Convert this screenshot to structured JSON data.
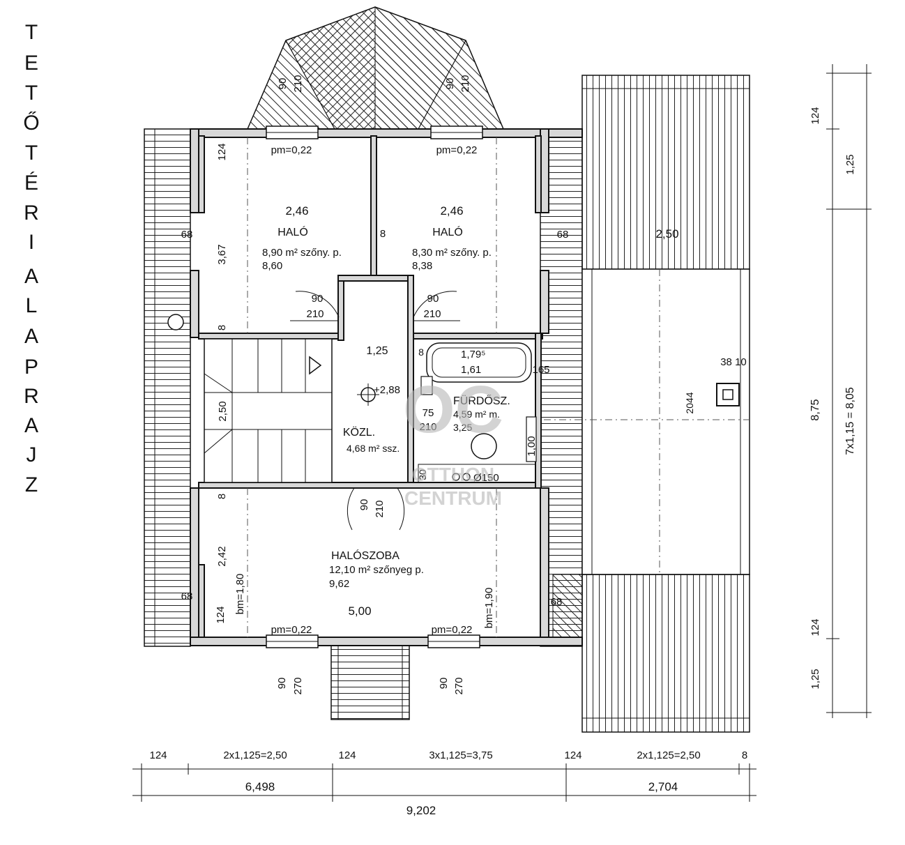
{
  "title_letters": [
    "T",
    "E",
    "T",
    "Ő",
    "T",
    "É",
    "R",
    "I",
    "A",
    "L",
    "A",
    "P",
    "R",
    "A",
    "J",
    "Z"
  ],
  "watermark": {
    "logo": "OC",
    "line1": "OTTHON",
    "line2": "CENTRUM"
  },
  "labels": {
    "dormer_left_w": "90",
    "dormer_left_h": "210",
    "dormer_right_w": "90",
    "dormer_right_h": "210",
    "pm_top_left": "pm=0,22",
    "pm_top_right": "pm=0,22",
    "pm_bottom_left": "pm=0,22",
    "pm_bottom_right": "pm=0,22",
    "wall_124_top": "124",
    "room1_height": "2,46",
    "room1_name": "HALÓ",
    "room1_area": "8,90 m² szőny. p.",
    "room1_floor": "8,60",
    "room2_height": "2,46",
    "room2_name": "HALÓ",
    "room2_area": "8,30 m² szőny. p.",
    "room2_floor": "8,38",
    "room1_depth": "3,67",
    "wall_8_mid": "8",
    "left_68_top": "68",
    "right_68_top": "68",
    "door1_w": "90",
    "door1_h": "210",
    "door2_w": "90",
    "door2_h": "210",
    "wall_8_left": "8",
    "hall_width": "1,25",
    "hall_level": "+2,88",
    "hall_name": "KÖZL.",
    "hall_area": "4,68 m² ssz.",
    "stair_width": "2,50",
    "bath_w1": "1,79⁵",
    "bath_w2": "1,61",
    "bath_wall": "8",
    "bath_165": "165",
    "bath_name": "FÜRDŐSZ.",
    "bath_area": "4,59 m² m.",
    "bath_floor": "3,25",
    "bath_door_w": "75",
    "bath_door_h": "210",
    "bath_100": "1,00",
    "bath_30": "30",
    "bath_pipe": "Ø150",
    "attic_width": "2,50",
    "chimney_size": "38 10",
    "chimney_dim": "2044",
    "wall_8_bottom": "8",
    "door3_w": "90",
    "door3_h": "210",
    "room3_depth": "2,42",
    "left_68_bottom": "68",
    "wall_124_bottom": "124",
    "bm_left": "bm=1,80",
    "bm_right": "bm=1,90",
    "room3_name": "HALÓSZOBA",
    "room3_area": "12,10 m² szőnyeg p.",
    "room3_floor": "9,62",
    "room3_width": "5,00",
    "right_68_bottom": "68",
    "win_bl_w": "90",
    "win_bl_h": "270",
    "win_br_w": "90",
    "win_br_h": "270"
  },
  "dimensions": {
    "bottom_row1": [
      "124",
      "2x1,125=2,50",
      "124",
      "3x1,125=3,75",
      "124",
      "2x1,125=2,50",
      "8"
    ],
    "bottom_row2": [
      "6,498",
      "2,704"
    ],
    "bottom_total": "9,202",
    "right_col1": [
      "124",
      "1,25",
      "8,75",
      "124",
      "1,25"
    ],
    "right_total": "7x1,15 = 8,05"
  }
}
